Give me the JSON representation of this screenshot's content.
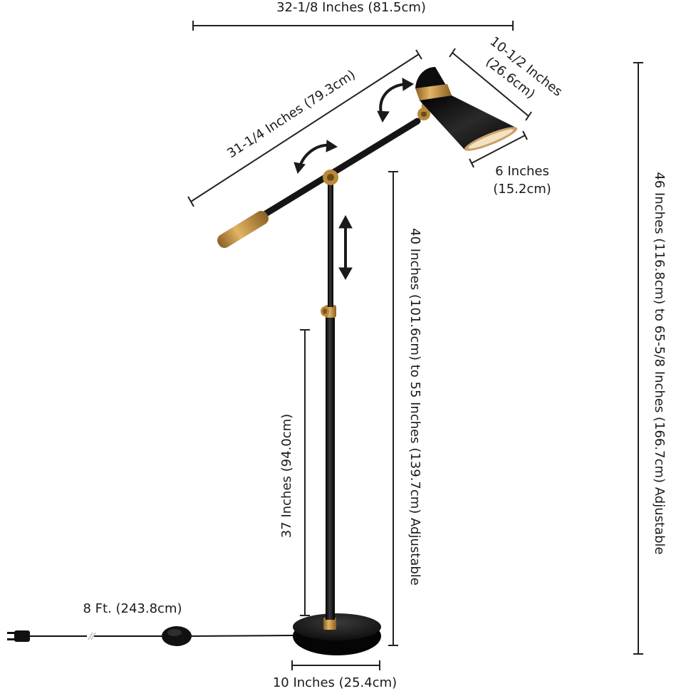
{
  "dimensions": {
    "overall_width": "32-1/8 Inches (81.5cm)",
    "arm_length": "31-1/4 Inches (79.3cm)",
    "shade_length_line1": "10-1/2 Inches",
    "shade_length_line2": "(26.6cm)",
    "shade_diameter_line1": "6 Inches",
    "shade_diameter_line2": "(15.2cm)",
    "pivot_height": "40 Inches (101.6cm) to 55 Inches (139.7cm) Adjustable",
    "overall_height": "46 Inches (116.8cm) to 65-5/8 Inches (166.7cm) Adjustable",
    "lower_pole_height": "37 Inches (94.0cm)",
    "cord_length": "8 Ft. (243.8cm)",
    "base_diameter": "10 Inches (25.4cm)"
  },
  "colors": {
    "lamp_body": "#1c1c1c",
    "brass": "#b8893a",
    "text": "#1a1a1a"
  },
  "icons": [
    "rotate-arrow-icon",
    "rotate-arrow-icon",
    "vertical-adjust-arrow-icon",
    "plug-icon",
    "foot-switch-icon"
  ]
}
